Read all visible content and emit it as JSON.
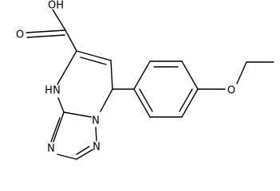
{
  "molecule": {
    "atoms": {
      "hydroxyl": "OH",
      "carbonyl_o": "O",
      "nh": "H",
      "nh_n": "N",
      "n_bridge": "N",
      "n_left": "N",
      "n_bottom": "N",
      "ether_o": "O"
    }
  }
}
